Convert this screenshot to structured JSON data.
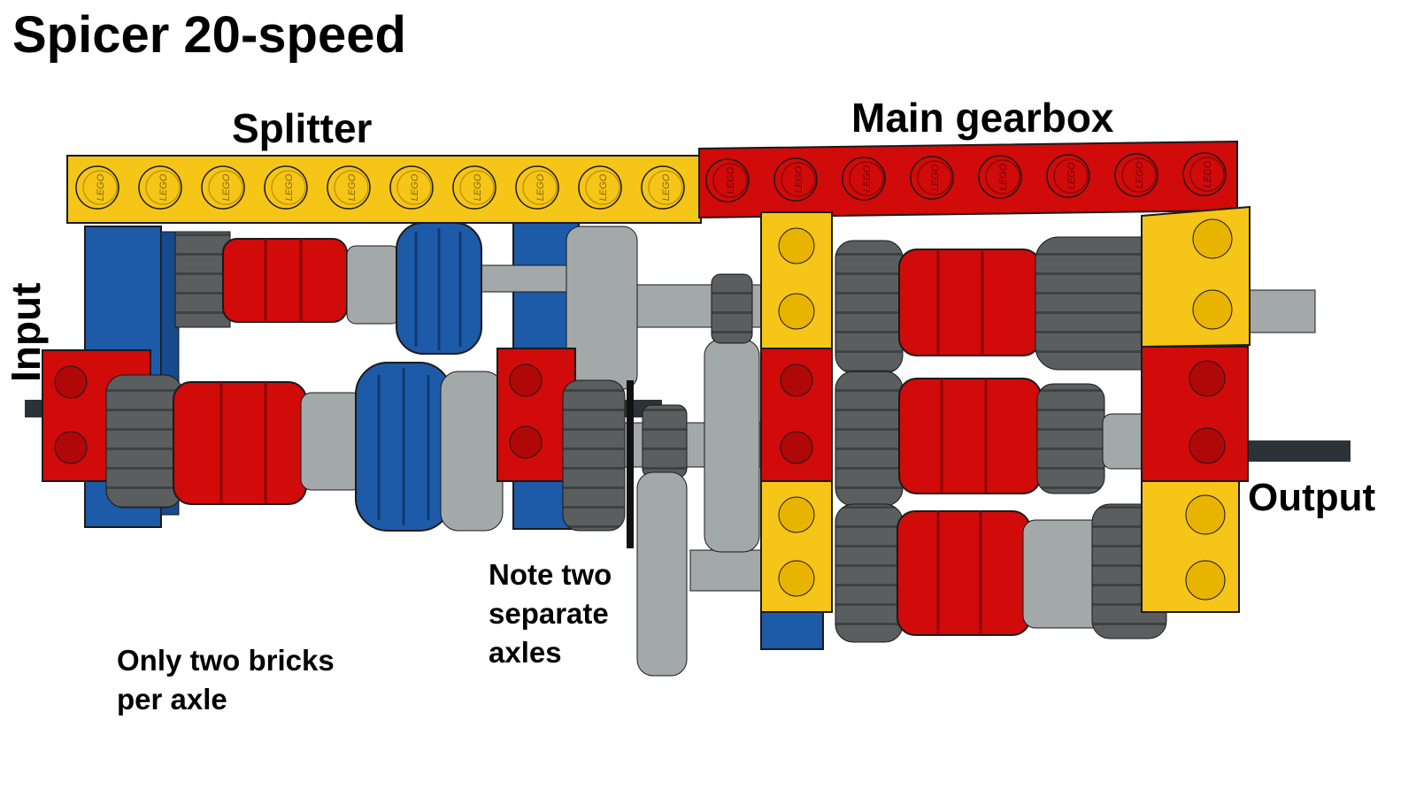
{
  "title": "Spicer 20-speed",
  "labels": {
    "splitter": "Splitter",
    "main_gearbox": "Main gearbox",
    "input": "Input",
    "output": "Output"
  },
  "notes": {
    "separate_axles": [
      "Note two",
      "separate",
      "axles"
    ],
    "bricks_per_axle": [
      "Only two bricks",
      "per axle"
    ]
  },
  "stud_logo": "LEGO",
  "colors": {
    "yellow": "#f5c518",
    "red": "#d10a0a",
    "blue": "#1d5aa8",
    "dark_gray": "#5a5e5e",
    "light_gray": "#a3a8a8",
    "black_axle": "#2b3338",
    "outline": "#1a1a1a"
  }
}
